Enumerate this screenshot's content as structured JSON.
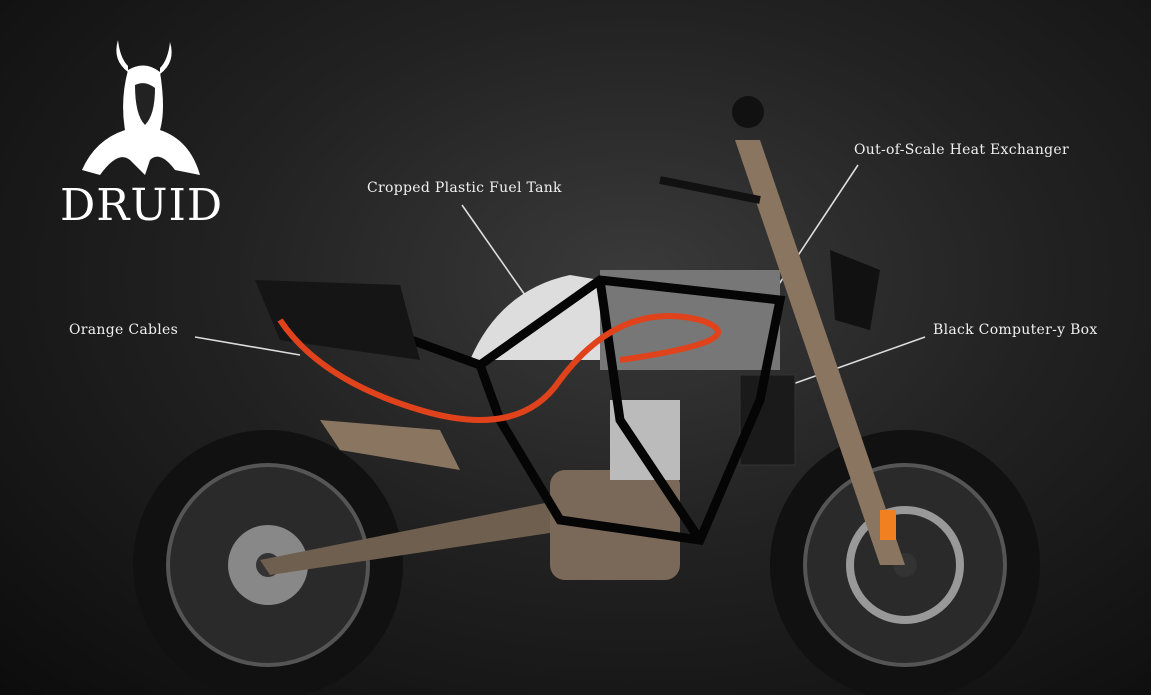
{
  "brand": {
    "name": "DRUID"
  },
  "annotations": [
    {
      "id": "fuel-tank",
      "text": "Cropped Plastic Fuel Tank"
    },
    {
      "id": "heat-exchanger",
      "text": "Out-of-Scale Heat Exchanger"
    },
    {
      "id": "orange-cables",
      "text": "Orange Cables"
    },
    {
      "id": "computer-box",
      "text": "Black Computer-y Box"
    }
  ],
  "colors": {
    "background": "#1c1c1c",
    "cable": "#e0431c",
    "frame": "#0a0a0a",
    "bronze": "#8a7560"
  }
}
